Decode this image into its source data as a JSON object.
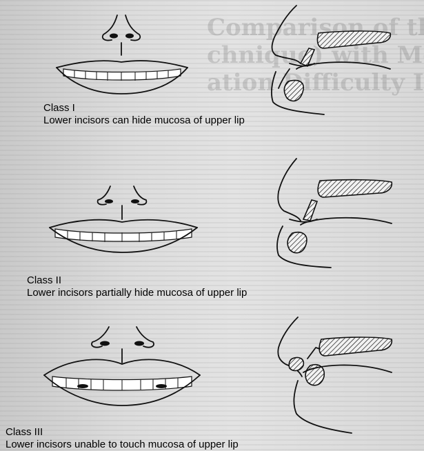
{
  "classes": [
    {
      "label": "Class I",
      "description": "Lower incisors can hide mucosa of upper lip"
    },
    {
      "label": "Class II",
      "description": "Lower incisors partially hide mucosa of upper lip"
    },
    {
      "label": "Class III",
      "description": "Lower incisors unable to touch mucosa of upper lip"
    }
  ]
}
